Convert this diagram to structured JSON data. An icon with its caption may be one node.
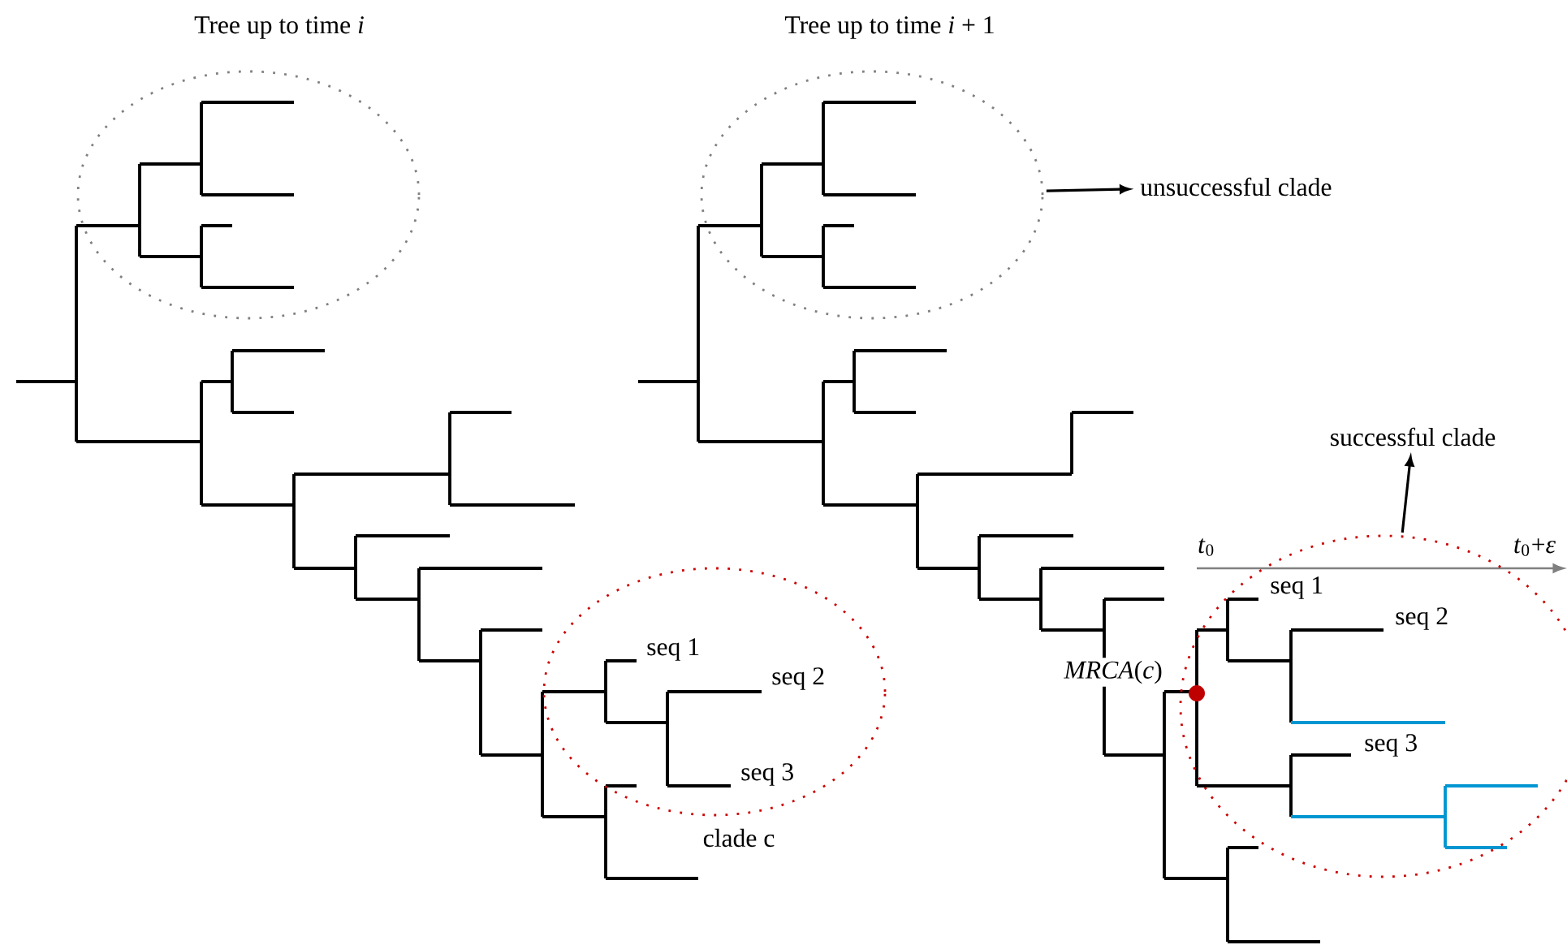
{
  "diagram": {
    "nodes": [
      {
        "text": [],
        "shape": "ellipse"
      },
      {
        "text": [],
        "shape": "ellipse",
        "beside": [
          "clade c"
        ]
      },
      {
        "text": [],
        "shape": "ellipse"
      },
      {
        "text": [
          "unsuccessful clade"
        ]
      },
      {
        "text": [],
        "shape": "ellipse"
      },
      {
        "text": [
          "successful clade"
        ]
      }
    ],
    "edges": [
      {
        "from": 2,
        "to": 3,
        "arrow": "to"
      },
      {
        "from": 4,
        "to": 5,
        "arrow": "to"
      }
    ],
    "labels": [
      "Tree up to time *i*",
      "Tree up to time *i* + 1",
      "*t*$_{0}$",
      "*t*$_{0}$+*ε*",
      "seq 1",
      "seq 2",
      "seq 3",
      "seq 1",
      "*MRCA*(*c*)",
      "seq 2",
      "seq 3"
    ]
  }
}
